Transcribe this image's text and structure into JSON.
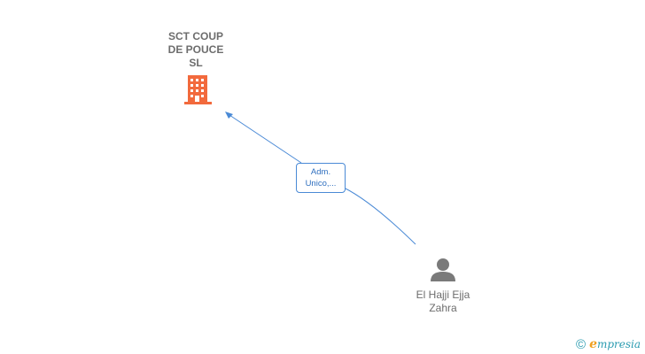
{
  "company": {
    "name": "SCT COUP\nDE POUCE\nSL",
    "icon": "building-icon",
    "color": "#f26a3d"
  },
  "person": {
    "name": "El Hajji Ejja\nZahra",
    "icon": "person-icon",
    "color": "#7a7a7a"
  },
  "relation": {
    "line1": "Adm.",
    "line2": "Unico,...",
    "color": "#4a8ad6"
  },
  "brand": {
    "symbol": "©",
    "initial": "e",
    "rest": "mpresia"
  }
}
